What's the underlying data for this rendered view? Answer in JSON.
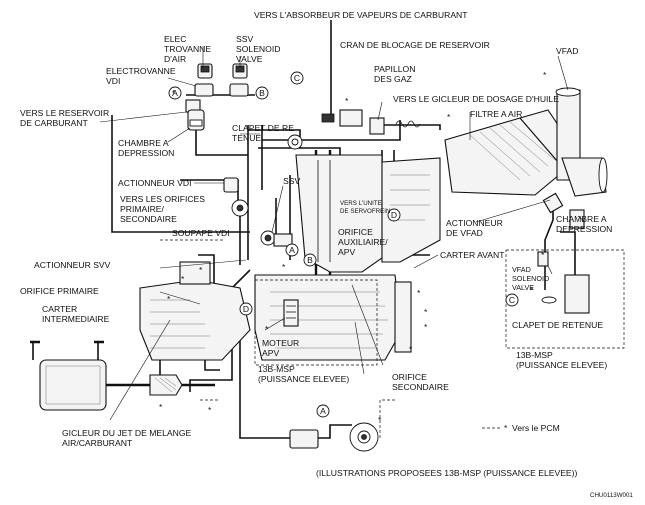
{
  "labels": {
    "vers_absorbeur": "VERS L'ABSORBEUR DE VAPEURS DE CARBURANT",
    "elec_line1": "ELEC",
    "elec_line2": "TROVANNE",
    "elec_line3": "D'AIR",
    "ssv_line1": "SSV",
    "ssv_line2": "SOLENOID",
    "ssv_line3": "VALVE",
    "cran_blocage": "CRAN DE BLOCAGE DE RESERVOIR",
    "vfad_top": "VFAD",
    "electrovanne_vdi_1": "ELECTROVANNE",
    "electrovanne_vdi_2": "VDI",
    "papillon_1": "PAPILLON",
    "papillon_2": "DES GAZ",
    "vers_gicleur": "VERS LE GICLEUR DE DOSAGE D'HUILE",
    "vers_reservoir_1": "VERS LE RESERVOIR",
    "vers_reservoir_2": "DE CARBURANT",
    "filtre_air": "FILTRE A AIR",
    "chambre_depression_1": "CHAMBRE A",
    "chambre_depression_2": "DEPRESSION",
    "clapet_retenue_1": "CLAPET DE RE",
    "clapet_retenue_2": "TENUE",
    "actionneur_vdi": "ACTIONNEUR VDI",
    "ssv": "SSV",
    "vers_orifices_1": "VERS LES ORIFICES",
    "vers_orifices_2": "PRIMAIRE/",
    "vers_orifices_3": "SECONDAIRE",
    "vers_unite_1": "VERS L'UNITE",
    "vers_unite_2": "DE SERVOFREIN",
    "soupape_vdi": "SOUPAPE VDI",
    "orifice_aux_1": "ORIFICE",
    "orifice_aux_2": "AUXILIAIRE/",
    "orifice_aux_3": "APV",
    "actionneur_vfad_1": "ACTIONNEUR",
    "actionneur_vfad_2": "DE VFAD",
    "chambre_depression_r1": "CHAMBRE A",
    "chambre_depression_r2": "DEPRESSION",
    "actionneur_svv": "ACTIONNEUR SVV",
    "carter_avant": "CARTER AVANT",
    "vfad_solenoid_1": "VFAD",
    "vfad_solenoid_2": "SOLENOID",
    "vfad_solenoid_3": "VALVE",
    "orifice_primaire": "ORIFICE PRIMAIRE",
    "carter_inter_1": "CARTER",
    "carter_inter_2": "INTERMEDIAIRE",
    "clapet_retenue_r": "CLAPET DE RETENUE",
    "moteur_apv_1": "MOTEUR",
    "moteur_apv_2": "APV",
    "msp_r1": "13B-MSP",
    "msp_r2": "(PUISSANCE ELEVEE)",
    "msp_c1": "13B-MSP",
    "msp_c2": "(PUISSANCE ELEVEE)",
    "orifice_sec_1": "ORIFICE",
    "orifice_sec_2": "SECONDAIRE",
    "vers_pcm": "Vers le PCM",
    "gicleur_1": "GICLEUR DU JET DE MELANGE",
    "gicleur_2": "AIR/CARBURANT",
    "illustrations": "(ILLUSTRATIONS PROPOSEES 13B-MSP (PUISSANCE ELEVEE))",
    "fig_code": "CHU0113W001"
  },
  "connectors": {
    "a": "A",
    "b": "B",
    "c": "C",
    "d": "D"
  },
  "markers": {
    "star": "*"
  }
}
